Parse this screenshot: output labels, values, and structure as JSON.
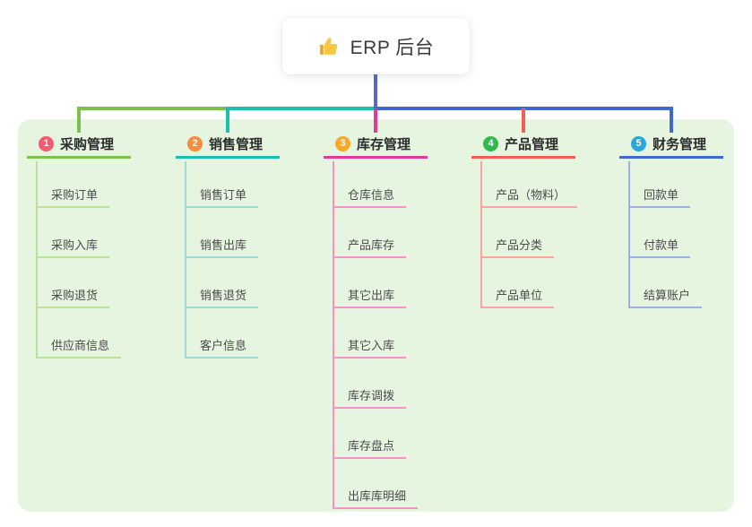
{
  "root": {
    "label": "ERP 后台",
    "icon": "thumbs-up-icon"
  },
  "branches": [
    {
      "index": "1",
      "label": "采购管理",
      "color": "#7cc14e",
      "light_color": "#b9e097",
      "badge_color": "#f65a6e",
      "children": [
        "采购订单",
        "采购入库",
        "采购退货",
        "供应商信息"
      ]
    },
    {
      "index": "2",
      "label": "销售管理",
      "color": "#1fbfae",
      "light_color": "#9edcd4",
      "badge_color": "#f68c3f",
      "children": [
        "销售订单",
        "销售出库",
        "销售退货",
        "客户信息"
      ]
    },
    {
      "index": "3",
      "label": "库存管理",
      "color": "#e23a97",
      "light_color": "#f391c8",
      "badge_color": "#f9a928",
      "children": [
        "仓库信息",
        "产品库存",
        "其它出库",
        "其它入库",
        "库存调拨",
        "库存盘点",
        "出库库明细"
      ]
    },
    {
      "index": "4",
      "label": "产品管理",
      "color": "#f75b55",
      "light_color": "#faa39f",
      "badge_color": "#30b94d",
      "children": [
        "产品（物料）",
        "产品分类",
        "产品单位"
      ]
    },
    {
      "index": "5",
      "label": "财务管理",
      "color": "#3f68d1",
      "light_color": "#9cb0e2",
      "badge_color": "#27a7e0",
      "children": [
        "回款单",
        "付款单",
        "结算账户"
      ]
    }
  ],
  "colors": {
    "canvas_bg": "#e5f5e0",
    "root_connector": "#5968c7"
  }
}
